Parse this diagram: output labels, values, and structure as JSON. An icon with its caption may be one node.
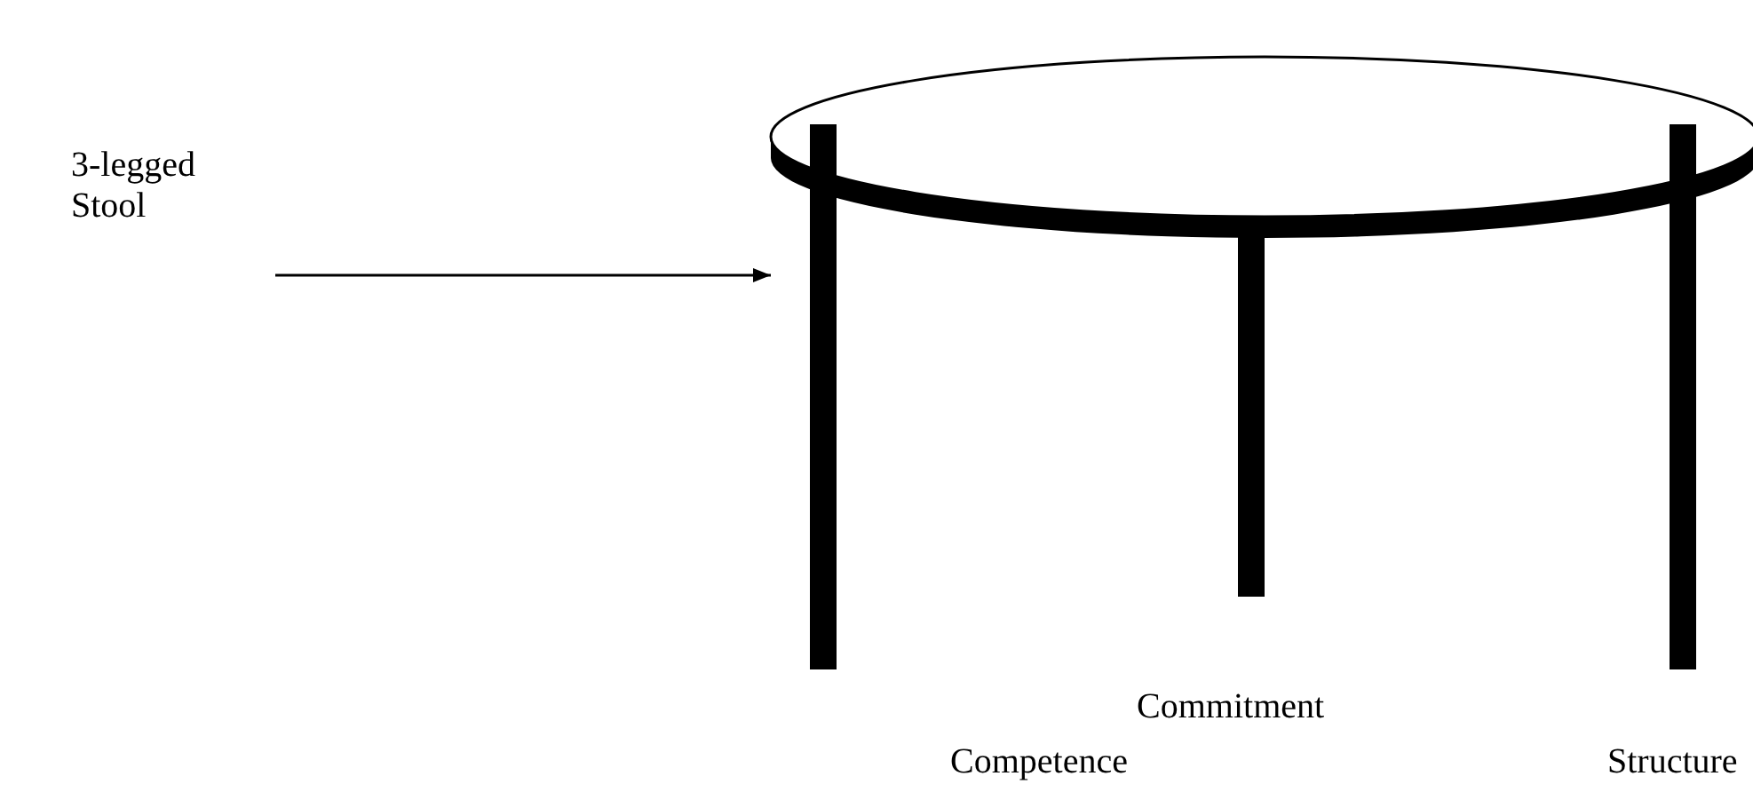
{
  "diagram": {
    "nodes": [
      {
        "text": [
          "3-legged Stool"
        ]
      },
      {
        "text": [],
        "shape": "picture"
      }
    ],
    "edges": [
      {
        "from": 0,
        "to": 1,
        "arrow": "to"
      }
    ],
    "labels": [
      "Commitment",
      "Competence",
      "Structure"
    ]
  }
}
